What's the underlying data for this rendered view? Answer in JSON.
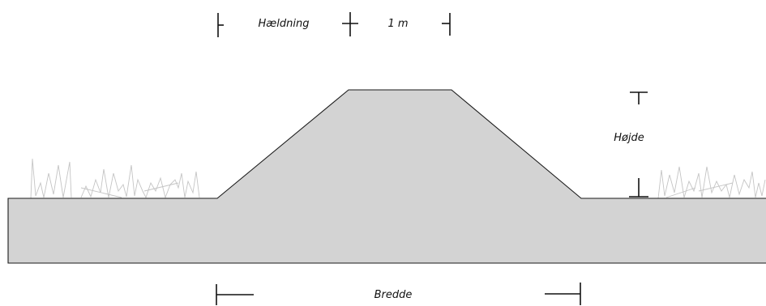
{
  "labels": {
    "slope": "Hældning",
    "top_width": "1 m",
    "height": "Højde",
    "width": "Bredde"
  },
  "colors": {
    "ground_fill": "#d3d3d3",
    "outline": "#1a1a1a",
    "grass": "#c4c4c4",
    "dimension_lines": "#111111"
  }
}
